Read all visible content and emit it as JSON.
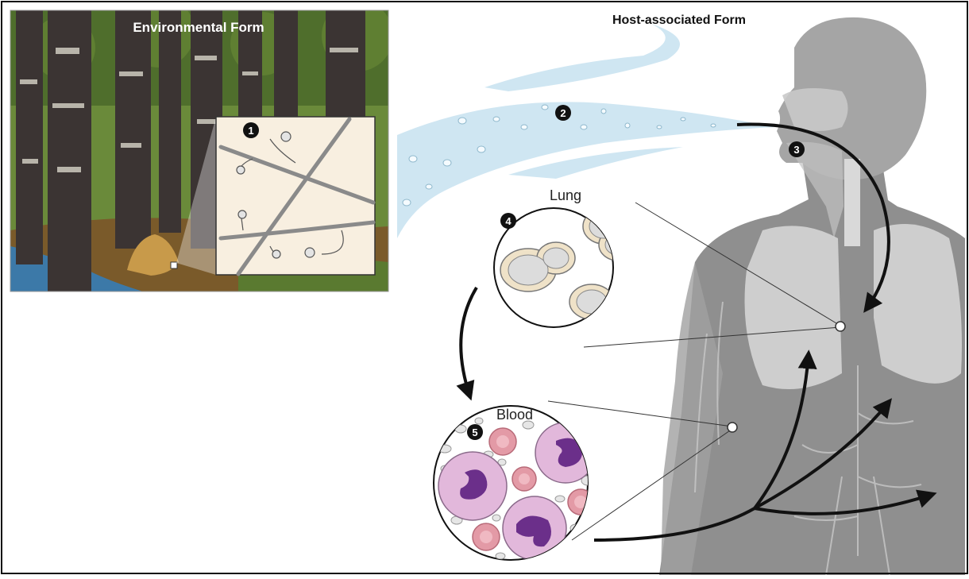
{
  "panels": {
    "environmental": {
      "title": "Environmental Form"
    },
    "host": {
      "title": "Host-associated Form"
    }
  },
  "steps": [
    {
      "number": "1"
    },
    {
      "number": "2"
    },
    {
      "number": "3"
    },
    {
      "number": "4",
      "label": "Lung"
    },
    {
      "number": "5",
      "label": "Blood"
    }
  ],
  "colors": {
    "forest_bg": "#6a8a3a",
    "trunk": "#3b3433",
    "bark_light": "#d8d4c8",
    "inset_bg": "#f8efe0",
    "hyphae": "#8a8a8a",
    "air_stream": "#cfe6f2",
    "body_gray": "#8f8f8f",
    "head_gray": "#a5a5a5",
    "lung_light": "#d9d9d9",
    "spore_cell": "#dcdcdc",
    "capsule": "#efe2c8",
    "blood_cell_purple": "#e2b8db",
    "nucleus": "#6b2f8a",
    "rbc": "#e39aa6",
    "arrow": "#111111",
    "number_badge": "#111111"
  }
}
